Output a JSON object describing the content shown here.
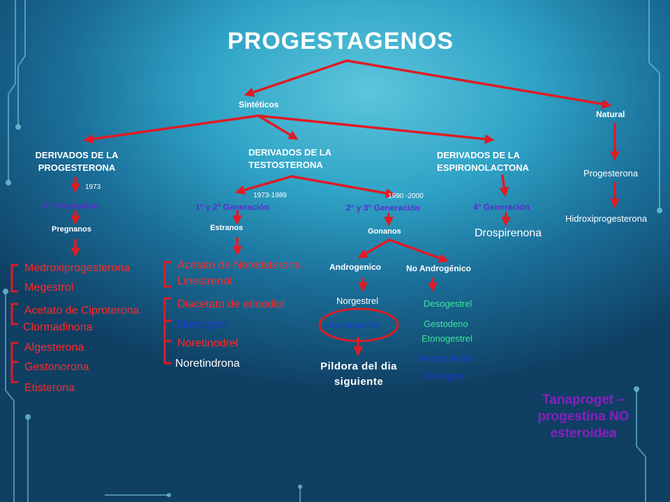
{
  "title": "PROGESTAGENOS",
  "sinteticos": "Sintéticos",
  "natural": "Natural",
  "natural_items": [
    "Progesterona",
    "Hidroxiprogesterona"
  ],
  "derivados": {
    "progesterona": "DERIVADOS DE LA PROGESTERONA",
    "testosterona": "DERIVADOS DE LA TESTOSTERONA",
    "espironolactona": "DERIVADOS DE LA ESPIRONOLACTONA"
  },
  "years": {
    "y1973": "1973",
    "y1973_1989": "1973-1989",
    "y1990_2000": "1990 -2000"
  },
  "generaciones": {
    "g1": "1° Generación",
    "g12": "1° y 2° Generación",
    "g23": "2° y 3° Generación",
    "g4": "4° Generación"
  },
  "grupos": {
    "pregnanos": "Pregnanos",
    "estranos": "Estranos",
    "gonanos": "Gonanos"
  },
  "drospirenona": "Drospirenona",
  "pregnanos_list": [
    "Medroxiprogesterona",
    "Megestrol",
    "Acetato de Ciproterona",
    "Clormadinona",
    "Algesterona",
    "Gestonorona",
    "Etisterona"
  ],
  "estranos_list": {
    "acetato_noretisterona": "Acetato de Noretisterona",
    "linestrenol": "Linestrenol",
    "diacetato": "Diacetato de etinodiol",
    "dienogest": "Dienogest",
    "noretinodrel": "Noretinodrel",
    "noretindrona": "Noretindrona"
  },
  "androgenico": "Androgenico",
  "no_androgenico": "No Androgénico",
  "norgestrel": "Norgestrel",
  "levonorgestrel": "Levonorgestrel",
  "pildora": "Pildora del dia siguiente",
  "no_androgenico_list": {
    "desogestrel": "Desogestrel",
    "gestodeno": "Gestodeno",
    "etonogestrel": "Etonogestrel",
    "norgestimato": "Norgestimato",
    "dienogest": "Dienogest"
  },
  "tanaproget": "Tanaproget – progestina NO esteroidea",
  "colors": {
    "arrow": "#e01b24",
    "purple": "#8a1fc0",
    "gen": "#5b2bd0",
    "red_text": "#ff2a2a",
    "blue_text": "#1a3ad0",
    "green_text": "#3ee89a",
    "circuit": "#7fd4ea"
  }
}
